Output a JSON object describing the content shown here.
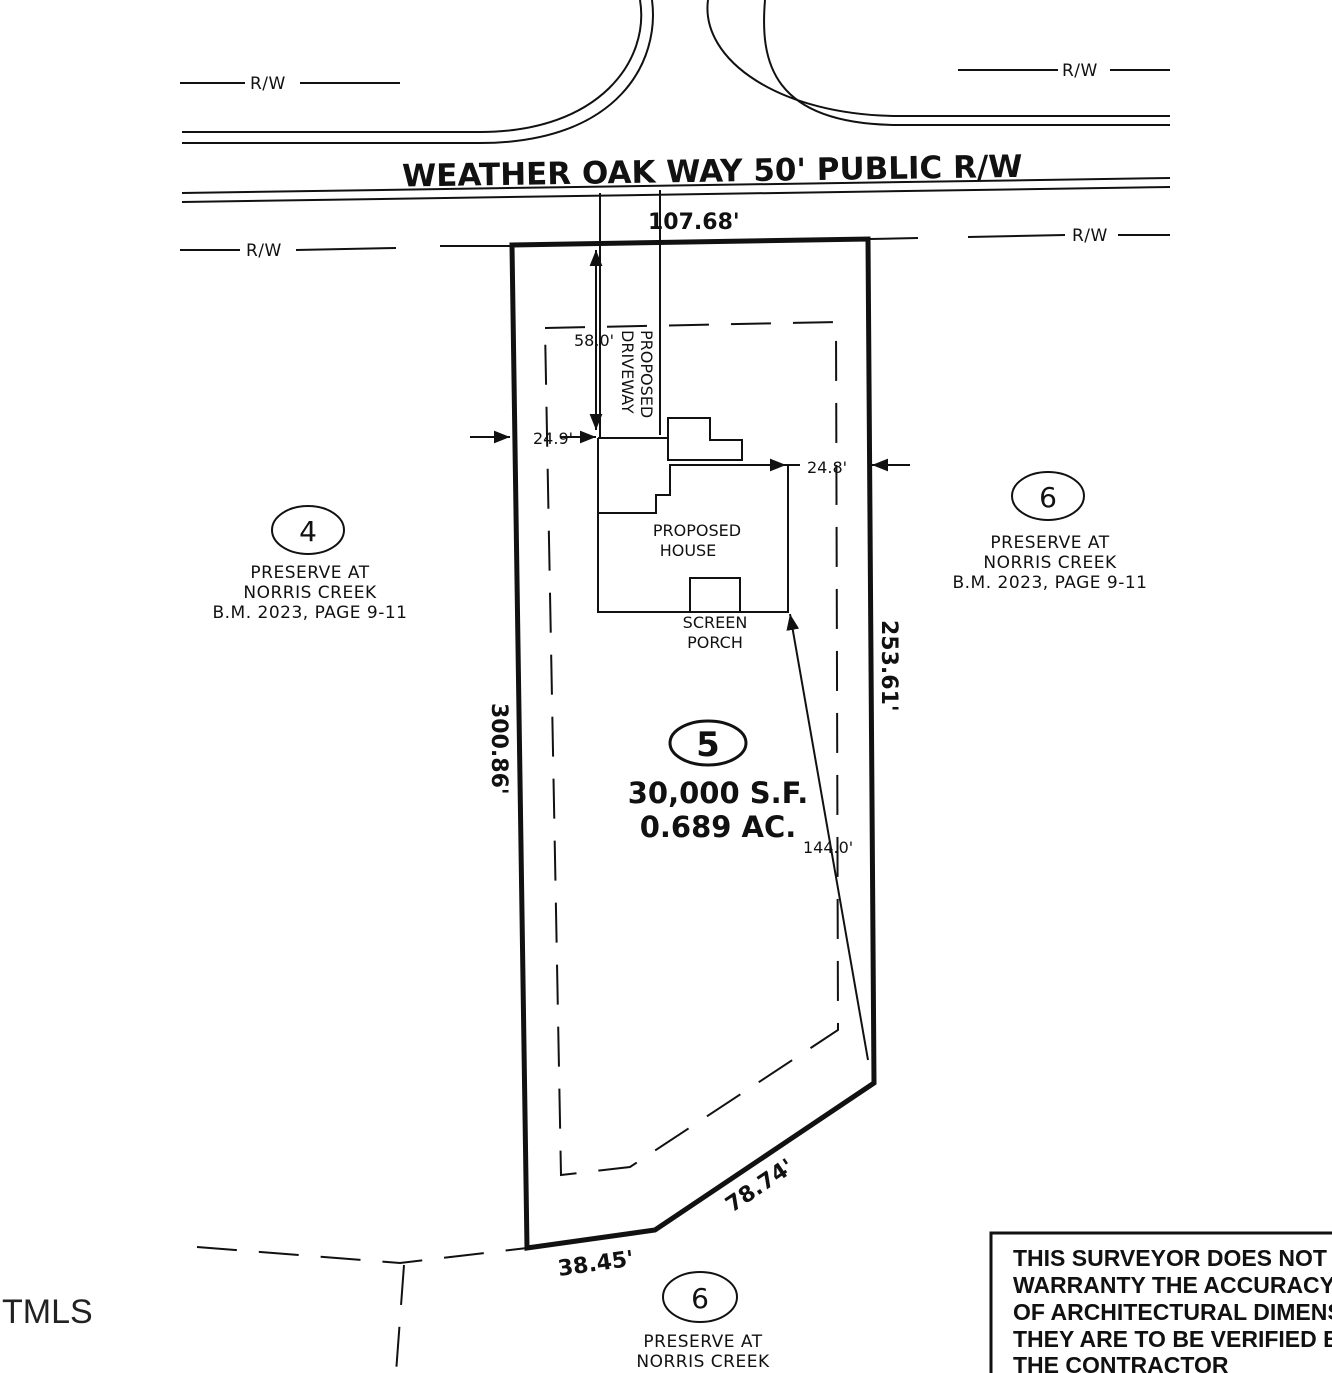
{
  "street": {
    "name": "WEATHER OAK WAY 50' PUBLIC R/W",
    "rw_label": "R/W"
  },
  "lot": {
    "number": "5",
    "area_sf": "30,000 S.F.",
    "area_ac": "0.689 AC.",
    "frontage": "107.68'",
    "west_side": "300.86'",
    "east_side": "253.61'",
    "rear_southeast": "78.74'",
    "rear_south": "38.45'"
  },
  "house": {
    "label_line1": "PROPOSED",
    "label_line2": "HOUSE",
    "porch_line1": "SCREEN",
    "porch_line2": "PORCH",
    "driveway_line1": "PROPOSED",
    "driveway_line2": "DRIVEWAY",
    "front_setback": "58.0'",
    "left_setback": "24.9'",
    "right_setback": "24.8'",
    "rear_setback": "144.0'"
  },
  "neighbors": [
    {
      "number": "4",
      "line1": "PRESERVE AT",
      "line2": "NORRIS CREEK",
      "line3": "B.M. 2023, PAGE 9-11"
    },
    {
      "number": "6",
      "line1": "PRESERVE AT",
      "line2": "NORRIS CREEK",
      "line3": "B.M. 2023, PAGE 9-11"
    },
    {
      "number": "6",
      "line1": "PRESERVE AT",
      "line2": "NORRIS CREEK"
    }
  ],
  "disclaimer": [
    "THIS SURVEYOR DOES NOT",
    "WARRANTY THE ACCURACY",
    "OF ARCHITECTURAL DIMENSIONS",
    "THEY ARE TO BE VERIFIED BY",
    "THE CONTRACTOR"
  ],
  "watermark": "TMLS"
}
